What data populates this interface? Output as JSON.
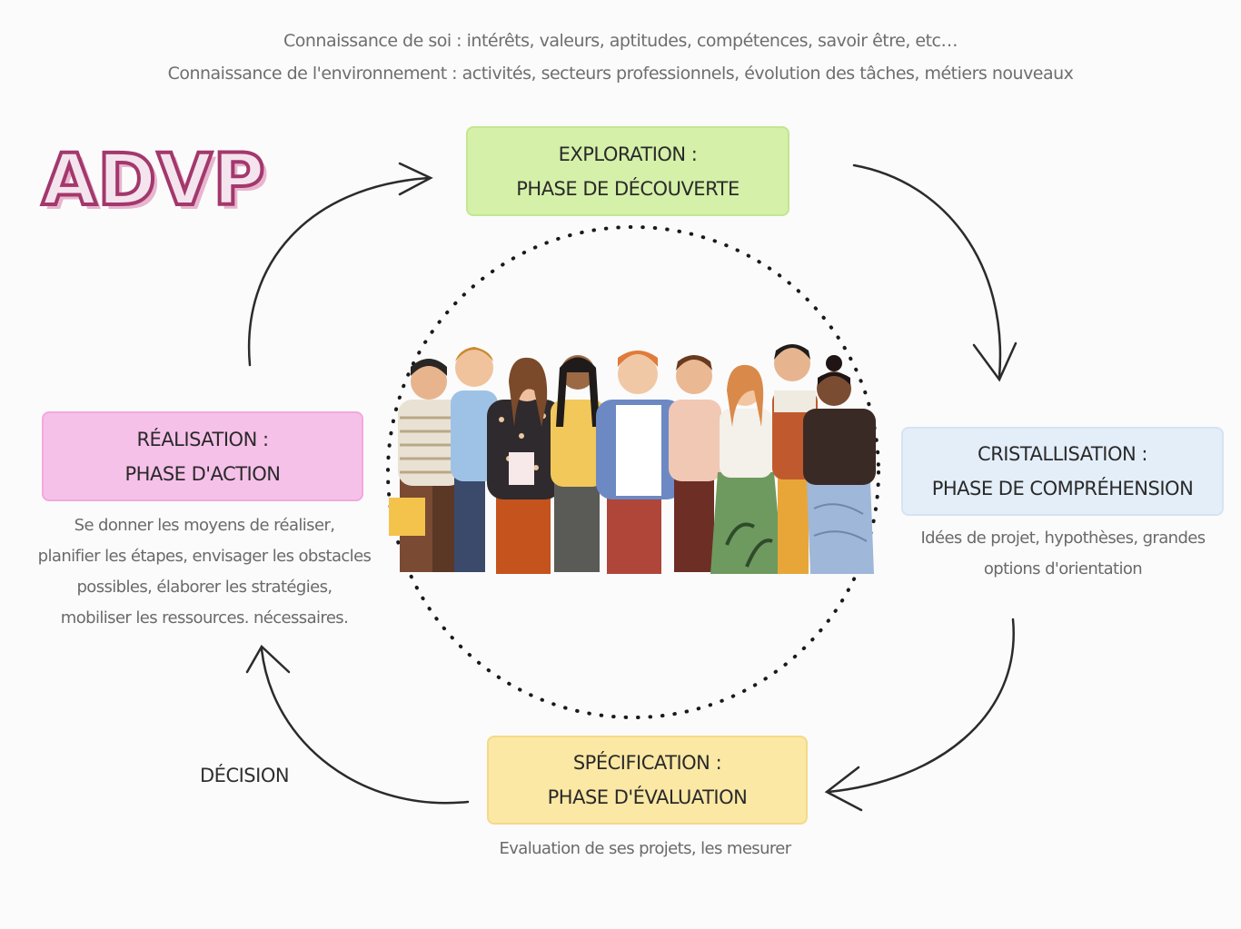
{
  "header": {
    "line1": "Connaissance de soi : intérêts, valeurs, aptitudes, compétences, savoir être, etc…",
    "line2": "Connaissance de l'environnement : activités, secteurs professionnels, évolution des tâches, métiers nouveaux"
  },
  "title": "ADVP",
  "phases": {
    "exploration": {
      "line1": "EXPLORATION :",
      "line2": "PHASE DE DÉCOUVERTE",
      "color": "#d5f0a8"
    },
    "cristallisation": {
      "line1": "CRISTALLISATION :",
      "line2": "PHASE DE COMPRÉHENSION",
      "description_line1": "Idées de projet, hypothèses, grandes",
      "description_line2": "options d'orientation",
      "color": "#e4eef9"
    },
    "specification": {
      "line1": "SPÉCIFICATION :",
      "line2": "PHASE D'ÉVALUATION",
      "description": "Evaluation de ses projets, les mesurer",
      "color": "#fbe8a4"
    },
    "realisation": {
      "line1": "RÉALISATION :",
      "line2": "PHASE D'ACTION",
      "description_line1": "Se donner les moyens de réaliser,",
      "description_line2": "planifier les étapes, envisager les obstacles",
      "description_line3": "possibles, élaborer les stratégies,",
      "description_line4": "mobiliser les ressources. nécessaires.",
      "color": "#f6c1e9"
    }
  },
  "decision_label": "DÉCISION",
  "illustration": {
    "icon": "group-of-people-illustration"
  },
  "colors": {
    "title_stroke": "#a3386c",
    "title_shadow": "#e8b5cf",
    "arrow": "#2b2b2b"
  }
}
